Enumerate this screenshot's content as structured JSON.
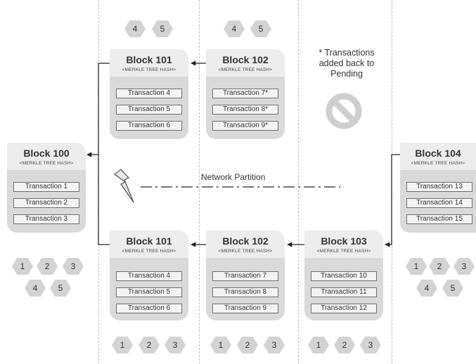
{
  "hash_label": "<MERKLE TREE HASH>",
  "note": "* Transactions added back to Pending",
  "partition_label": "Network Partition",
  "blocks": {
    "b100": {
      "title": "Block 100",
      "tx": [
        "Transaction 1",
        "Transaction 2",
        "Transaction 3"
      ]
    },
    "b101top": {
      "title": "Block 101",
      "tx": [
        "Transaction 4",
        "Transaction 5",
        "Transaction 6"
      ]
    },
    "b102top": {
      "title": "Block 102",
      "tx": [
        "Transaction 7*",
        "Transaction 8*",
        "Transaction 9*"
      ]
    },
    "b104": {
      "title": "Block 104",
      "tx": [
        "Transaction 13",
        "Transaction 14",
        "Transaction 15"
      ]
    },
    "b101bot": {
      "title": "Block 101",
      "tx": [
        "Transaction 4",
        "Transaction 5",
        "Transaction 6"
      ]
    },
    "b102bot": {
      "title": "Block 102",
      "tx": [
        "Transaction 7",
        "Transaction 8",
        "Transaction 9"
      ]
    },
    "b103": {
      "title": "Block 103",
      "tx": [
        "Transaction 10",
        "Transaction 11",
        "Transaction 12"
      ]
    }
  },
  "pending": {
    "top_left": [
      "4",
      "5"
    ],
    "top_mid": [
      "4",
      "5"
    ],
    "left": [
      "1",
      "2",
      "3",
      "4",
      "5"
    ],
    "right": [
      "1",
      "2",
      "3",
      "4",
      "5"
    ],
    "bot_101": [
      "1",
      "2",
      "3"
    ],
    "bot_102": [
      "1",
      "2",
      "3"
    ],
    "bot_103": [
      "1",
      "2",
      "3"
    ]
  },
  "icons": {
    "lightning": "lightning-icon",
    "prohibited": "prohibited-icon"
  },
  "colors": {
    "block_body": "#d9d9d9",
    "block_header": "#ececec",
    "hexagon": "#d3d3d3",
    "connector": "#222222",
    "partition_line": "#777777"
  }
}
